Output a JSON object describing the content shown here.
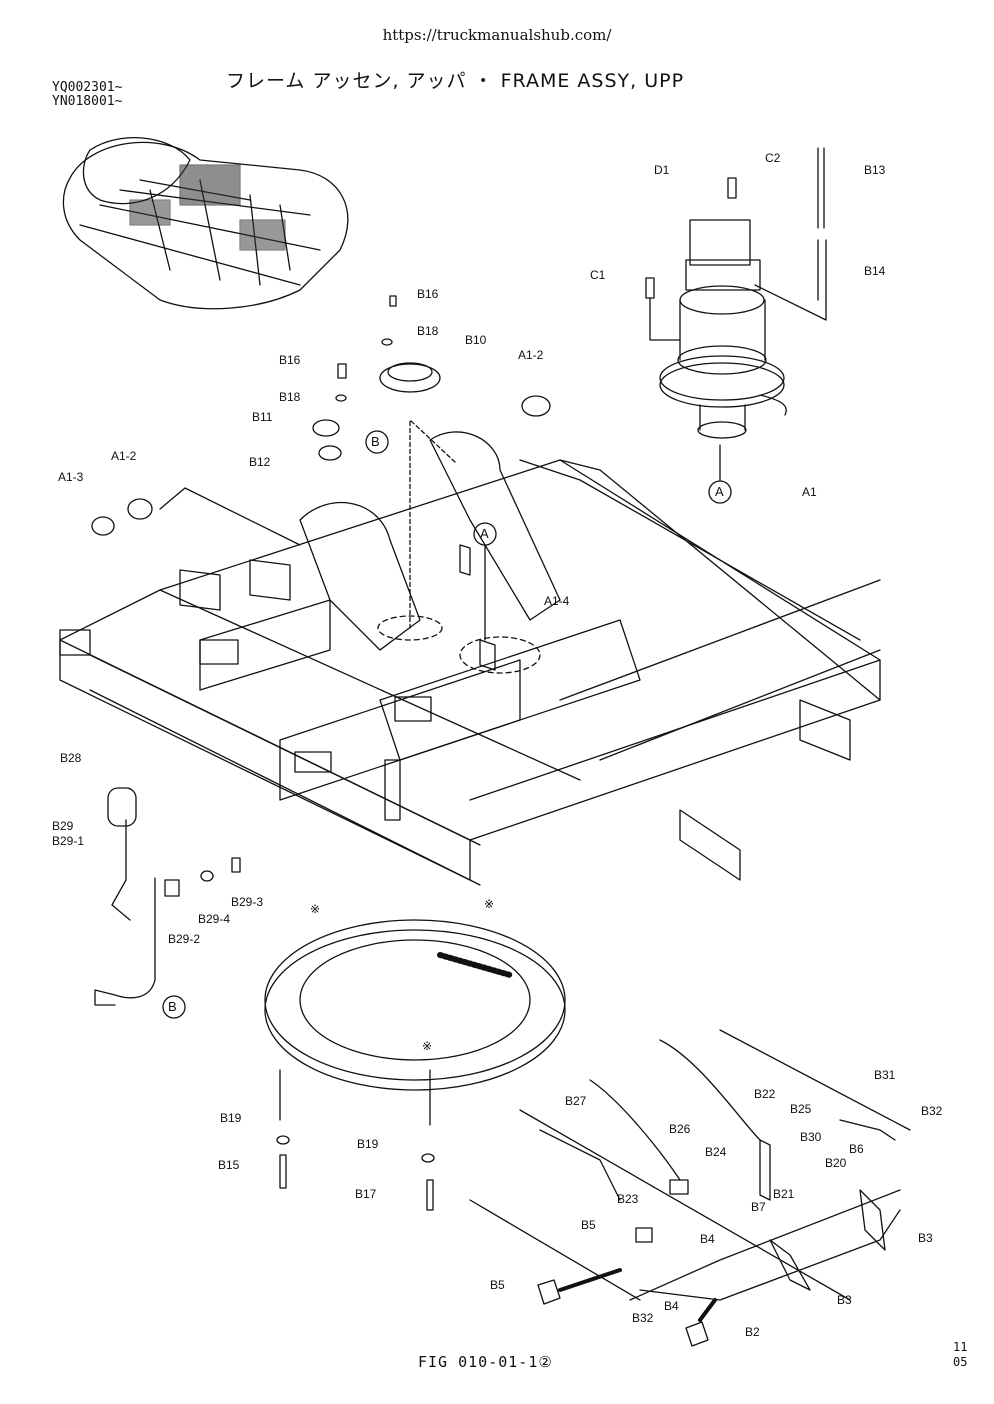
{
  "header": {
    "url": "https://truckmanualshub.com/",
    "serial_1": "YQ002301~",
    "serial_2": "YN018001~",
    "title": "フレーム アッセン, アッパ ・ FRAME ASSY, UPP"
  },
  "callouts": {
    "a": "A",
    "b": "B",
    "ring_marks": [
      "※",
      "※",
      "※"
    ]
  },
  "parts": {
    "D1": "D1",
    "C2": "C2",
    "C1": "C1",
    "B13": "B13",
    "B14": "B14",
    "B16a": "B16",
    "B18a": "B18",
    "B10": "B10",
    "A1_2a": "A1-2",
    "B16b": "B16",
    "B18b": "B18",
    "B11": "B11",
    "B12": "B12",
    "A1_2b": "A1-2",
    "A1_3": "A1-3",
    "A1": "A1",
    "A1_4": "A1-4",
    "B28": "B28",
    "B29": "B29",
    "B29_1": "B29-1",
    "B29_3": "B29-3",
    "B29_4": "B29-4",
    "B29_2": "B29-2",
    "B19a": "B19",
    "B15": "B15",
    "B19b": "B19",
    "B17": "B17",
    "B27": "B27",
    "B22": "B22",
    "B25": "B25",
    "B31": "B31",
    "B32a": "B32",
    "B26": "B26",
    "B24": "B24",
    "B30": "B30",
    "B6": "B6",
    "B20": "B20",
    "B23": "B23",
    "B21": "B21",
    "B7": "B7",
    "B3a": "B3",
    "B5a": "B5",
    "B4a": "B4",
    "B5b": "B5",
    "B3b": "B3",
    "B32b": "B32",
    "B4b": "B4",
    "B2": "B2"
  },
  "footer": {
    "fig": "FIG 010-01-1②",
    "page_1": "11",
    "page_2": "05"
  }
}
